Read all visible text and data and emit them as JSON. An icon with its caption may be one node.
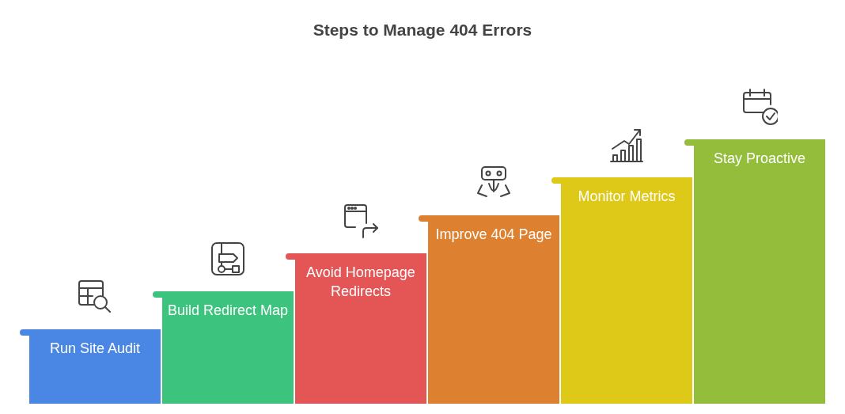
{
  "diagram": {
    "title": "Steps to Manage 404 Errors",
    "nodes": [
      {
        "text": [
          "Run Site Audit"
        ]
      },
      {
        "text": [
          "Build Redirect Map"
        ]
      },
      {
        "text": [
          "Avoid Homepage Redirects"
        ]
      },
      {
        "text": [
          "Improve 404 Page"
        ]
      },
      {
        "text": [
          "Monitor Metrics"
        ]
      },
      {
        "text": [
          "Stay Proactive"
        ]
      }
    ],
    "edges": []
  }
}
